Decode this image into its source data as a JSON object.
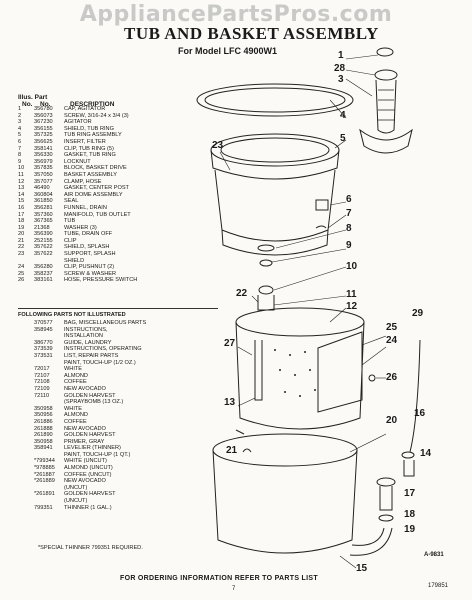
{
  "watermark": "AppliancePartsPros.com",
  "title": "TUB AND BASKET ASSEMBLY",
  "subtitle": "For Model LFC 4900W1",
  "table_header": {
    "illus": "Illus.",
    "part": "Part",
    "no1": "No.",
    "no2": "No.",
    "description": "DESCRIPTION"
  },
  "parts": [
    {
      "n": "1",
      "p": "356780",
      "d": "CAP, AGITATOR"
    },
    {
      "n": "2",
      "p": "356073",
      "d": "SCREW, 3/16-24 x 3/4 (3)"
    },
    {
      "n": "3",
      "p": "367230",
      "d": "AGITATOR"
    },
    {
      "n": "4",
      "p": "356155",
      "d": "SHIELD, TUB RING"
    },
    {
      "n": "5",
      "p": "357325",
      "d": "TUB RING ASSEMBLY"
    },
    {
      "n": "6",
      "p": "356625",
      "d": "INSERT, FILTER"
    },
    {
      "n": "7",
      "p": "358141",
      "d": "CLIP, TUB RING (5)"
    },
    {
      "n": "8",
      "p": "356330",
      "d": "GASKET, TUB RING"
    },
    {
      "n": "9",
      "p": "356979",
      "d": "LOCKNUT"
    },
    {
      "n": "10",
      "p": "357835",
      "d": "BLOCK, BASKET DRIVE"
    },
    {
      "n": "11",
      "p": "357050",
      "d": "BASKET ASSEMBLY"
    },
    {
      "n": "12",
      "p": "357077",
      "d": "CLAMP, HOSE"
    },
    {
      "n": "13",
      "p": "46490",
      "d": "GASKET, CENTER POST"
    },
    {
      "n": "14",
      "p": "360804",
      "d": "AIR DOME ASSEMBLY"
    },
    {
      "n": "15",
      "p": "361850",
      "d": "SEAL"
    },
    {
      "n": "16",
      "p": "356281",
      "d": "FUNNEL, DRAIN"
    },
    {
      "n": "17",
      "p": "357360",
      "d": "MANIFOLD, TUB OUTLET"
    },
    {
      "n": "18",
      "p": "367365",
      "d": "TUB"
    },
    {
      "n": "19",
      "p": "21368",
      "d": "WASHER (3)"
    },
    {
      "n": "20",
      "p": "356390",
      "d": "TUBE, DRAIN OFF"
    },
    {
      "n": "21",
      "p": "252155",
      "d": "CLIP"
    },
    {
      "n": "22",
      "p": "357622",
      "d": "SHIELD, SPLASH"
    },
    {
      "n": "23",
      "p": "357622",
      "d": "SUPPORT, SPLASH"
    },
    {
      "n": "",
      "p": "",
      "d": "SHIELD"
    },
    {
      "n": "24",
      "p": "356280",
      "d": "CLIP, PUSHNUT (2)"
    },
    {
      "n": "25",
      "p": "358237",
      "d": "SCREW & WASHER"
    },
    {
      "n": "26",
      "p": "383161",
      "d": "HOSE, PRESSURE SWITCH"
    }
  ],
  "not_illustrated_title": "FOLLOWING PARTS NOT ILLUSTRATED",
  "not_illustrated": [
    {
      "p": "370577",
      "d": "BAG, MISCELLANEOUS PARTS"
    },
    {
      "p": "358945",
      "d": "INSTRUCTIONS,"
    },
    {
      "p": "",
      "d": "INSTALLATION"
    },
    {
      "p": "386770",
      "d": "GUIDE, LAUNDRY"
    },
    {
      "p": "373539",
      "d": "INSTRUCTIONS, OPERATING"
    },
    {
      "p": "373531",
      "d": "LIST, REPAIR PARTS"
    },
    {
      "p": "",
      "d": "PAINT, TOUCH-UP (1/2 OZ.)"
    },
    {
      "p": "72017",
      "d": "WHITE"
    },
    {
      "p": "72107",
      "d": "ALMOND"
    },
    {
      "p": "72108",
      "d": "COFFEE"
    },
    {
      "p": "72109",
      "d": "NEW AVOCADO"
    },
    {
      "p": "72110",
      "d": "GOLDEN HARVEST"
    },
    {
      "p": "",
      "d": "(SPRAYBOMB (13 OZ.)"
    },
    {
      "p": "350958",
      "d": "WHITE"
    },
    {
      "p": "350956",
      "d": "ALMOND"
    },
    {
      "p": "261886",
      "d": "COFFEE"
    },
    {
      "p": "261888",
      "d": "NEW AVOCADO"
    },
    {
      "p": "261890",
      "d": "GOLDEN HARVEST"
    },
    {
      "p": "350958",
      "d": "PRIMER, GRAY"
    },
    {
      "p": "358941",
      "d": "LEVELIER (THINNER)"
    },
    {
      "p": "",
      "d": "PAINT, TOUCH-UP (1 QT.)"
    },
    {
      "p": "*799344",
      "d": "WHITE (UNCUT)"
    },
    {
      "p": "*978885",
      "d": "ALMOND (UNCUT)"
    },
    {
      "p": "*261887",
      "d": "COFFEE (UNCUT)"
    },
    {
      "p": "*261889",
      "d": "NEW AVOCADO"
    },
    {
      "p": "",
      "d": "(UNCUT)"
    },
    {
      "p": "*261891",
      "d": "GOLDEN HARVEST"
    },
    {
      "p": "",
      "d": "(UNCUT)"
    },
    {
      "p": "799351",
      "d": "THINNER (1 GAL.)"
    }
  ],
  "special_note": "*SPECIAL THINNER 799351 REQUIRED.",
  "footer": "FOR ORDERING INFORMATION REFER TO PARTS LIST",
  "page_number": "7",
  "diagram_id": "A-9831",
  "ref_number": "179851",
  "callouts": [
    "1",
    "28",
    "3",
    "4",
    "5",
    "23",
    "6",
    "7",
    "8",
    "9",
    "10",
    "22",
    "11",
    "12",
    "25",
    "24",
    "27",
    "26",
    "13",
    "29",
    "16",
    "14",
    "20",
    "21",
    "17",
    "18",
    "19",
    "15"
  ]
}
